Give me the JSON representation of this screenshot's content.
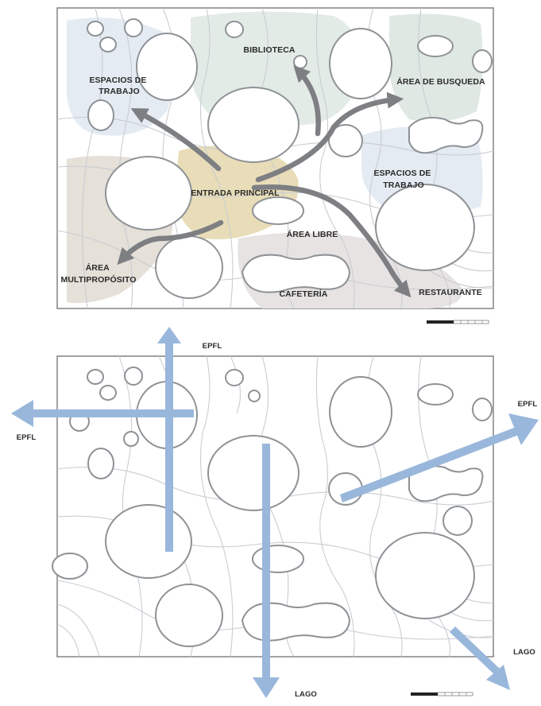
{
  "colors": {
    "zone_blue": "#e4ebf2",
    "zone_green": "#e3ebe6",
    "zone_sand": "#e8ddb8",
    "zone_grey": "#e6e3e2",
    "zone_taupe": "#e5e0d8",
    "flow_arrow": "#7d7f82",
    "axis_arrow": "#99b7db",
    "contour": "#c9cdd2",
    "blob_outline": "#8e9296"
  },
  "top_plan": {
    "labels": {
      "espacios_trabajo_1": [
        "ESPACIOS DE",
        "TRABAJO"
      ],
      "biblioteca": "BIBLIOTECA",
      "area_busqueda": "ÁREA DE BUSQUEDA",
      "espacios_trabajo_2": [
        "ESPACIOS DE",
        "TRABAJO"
      ],
      "entrada_principal": "ENTRADA PRINCIPAL",
      "area_libre": "ÁREA LIBRE",
      "area_multiproposito": [
        "ÁREA",
        "MULTIPROPÓSITO"
      ],
      "cafeteria": "CAFETERÍA",
      "restaurante": "RESTAURANTE"
    }
  },
  "bottom_plan": {
    "labels": {
      "epfl_top": "EPFL",
      "epfl_left": "EPFL",
      "epfl_right": "EPFL",
      "lago_bottom": "LAGO",
      "lago_right": "LAGO"
    }
  },
  "icons": {
    "scale_bar_top": "scale-bar-icon",
    "scale_bar_bottom": "scale-bar-icon"
  }
}
